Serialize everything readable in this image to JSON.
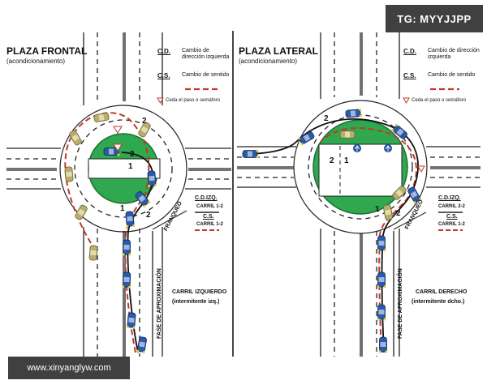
{
  "watermarks": {
    "top_right": "TG: MYYJJPP",
    "bottom_left": "www.xinyanglyw.com"
  },
  "colors": {
    "road_line": "#222222",
    "green": "#2fa84f",
    "path_red": "#c0392b",
    "car_blue": "#2a5aa8",
    "car_olive": "#a8a060",
    "signal": "#1d4f9a"
  },
  "left": {
    "title": "PLAZA FRONTAL",
    "subtitle": "(acondicionamiento)",
    "legend": {
      "cd_abbr": "C.D.",
      "cd_text": "Cambio de dirección izquierda",
      "cs_abbr": "C.S.",
      "cs_text": "Cambio de sentido",
      "yield_text": "Ceda el paso o semáforo"
    },
    "lane_box": {
      "cd": "C.D.IZQ.",
      "cd_lanes": "CARRIL 1-2",
      "cs": "C.S.",
      "cs_lanes": "CARRIL 1-2"
    },
    "franqueo": "FRANQUEO",
    "fase": "FASE DE APROXIMACIÓN",
    "lane_title": "CARRIL IZQUIERDO",
    "lane_sub": "(intermitente izq.)",
    "numbers": [
      "2",
      "2",
      "1",
      "1",
      "2"
    ]
  },
  "right": {
    "title": "PLAZA LATERAL",
    "subtitle": "(acondicionamiento)",
    "legend": {
      "cd_abbr": "C.D.",
      "cd_text": "Cambio de dirección izquierda",
      "cs_abbr": "C.S.",
      "cs_text": "Cambio de sentido",
      "yield_text": "Ceda el paso o semáforo"
    },
    "lane_box": {
      "cd": "C.D.IZQ.",
      "cd_lanes": "CARRIL 2-2",
      "cs": "C.S.",
      "cs_lanes": "CARRIL 1-2"
    },
    "franqueo": "FRANQUEO",
    "fase": "FASE DE APROXIMACIÓN",
    "lane_title": "CARRIL DERECHO",
    "lane_sub": "(intermitente dcho.)",
    "numbers": [
      "2",
      "2",
      "1",
      "1",
      "2"
    ]
  }
}
